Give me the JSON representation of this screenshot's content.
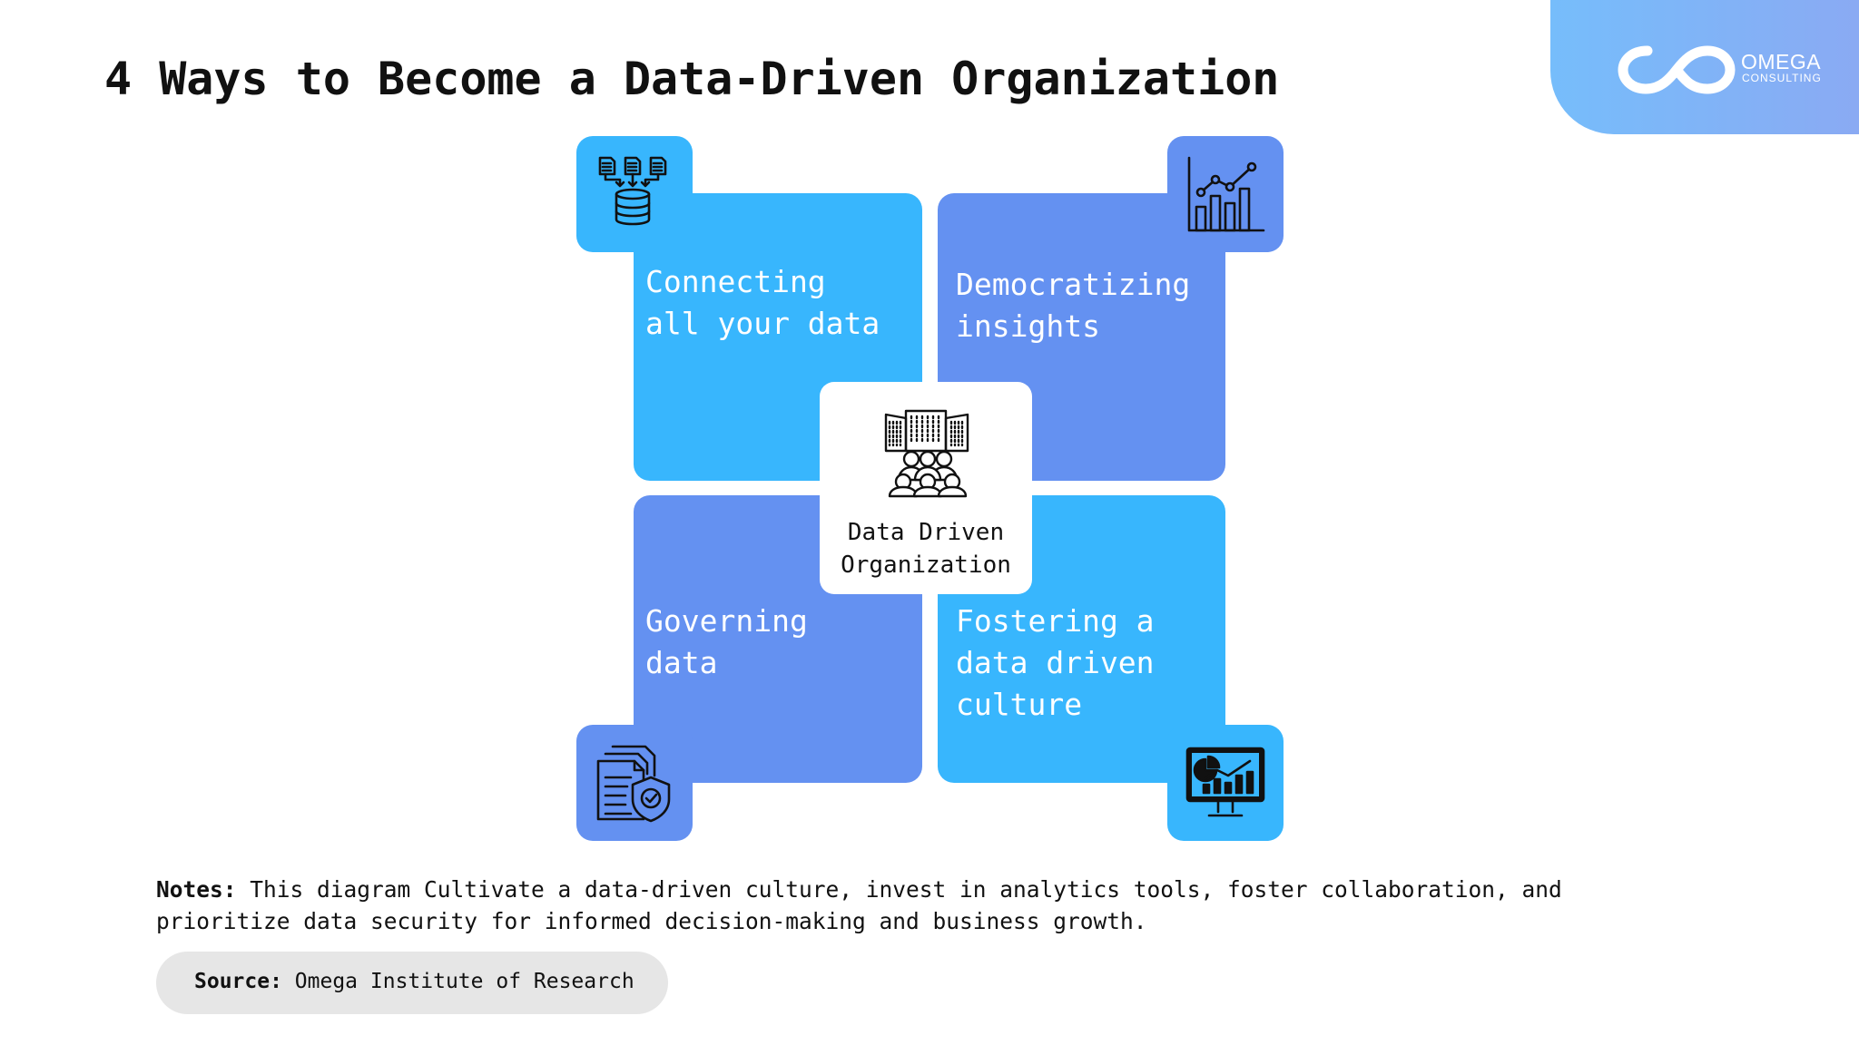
{
  "title": "4 Ways to Become a Data-Driven Organization",
  "logo": {
    "name": "OMEGA",
    "tagline": "CONSULTING"
  },
  "colors": {
    "cyan": "#38b6fd",
    "blue": "#6491f1",
    "logo_start": "#76bdfb",
    "logo_end": "#8aaaf3"
  },
  "center": {
    "label": "Data Driven\nOrganization",
    "icon": "organization-people-icon"
  },
  "quadrants": [
    {
      "label": "Connecting\nall your data",
      "icon": "data-integration-icon"
    },
    {
      "label": "Democratizing\ninsights",
      "icon": "bar-line-chart-icon"
    },
    {
      "label": "Governing\ndata",
      "icon": "document-shield-icon"
    },
    {
      "label": "Fostering a\ndata driven\nculture",
      "icon": "monitor-dashboard-icon"
    }
  ],
  "notes": {
    "label": "Notes:",
    "text": "This diagram Cultivate a data-driven culture, invest in analytics tools, foster collaboration, and prioritize data security for informed decision-making and business growth."
  },
  "source": {
    "label": "Source:",
    "text": "Omega Institute of Research"
  }
}
